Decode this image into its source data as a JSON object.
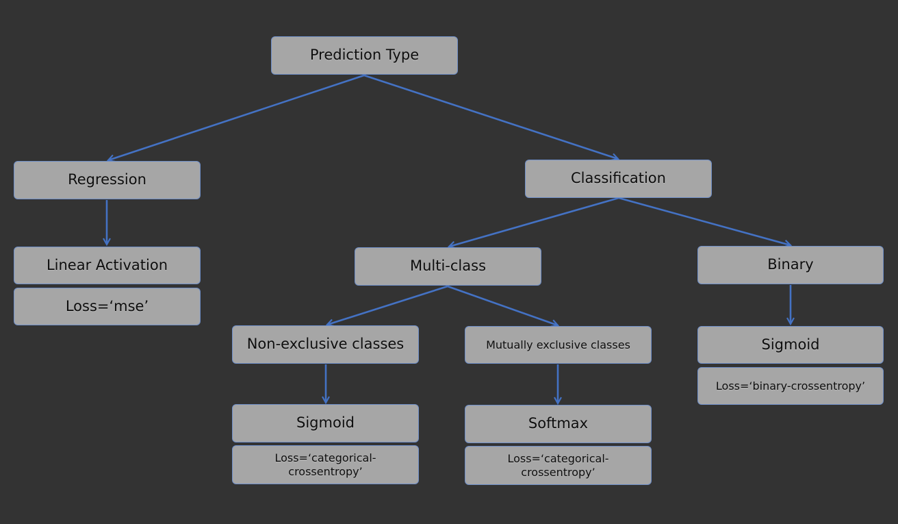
{
  "nodes": {
    "prediction_type": "Prediction Type",
    "regression": "Regression",
    "classification": "Classification",
    "linear_activation": "Linear Activation",
    "loss_mse": "Loss=‘mse’",
    "multi_class": "Multi-class",
    "binary": "Binary",
    "non_exclusive": "Non-exclusive classes",
    "mutually_exclusive": "Mutually exclusive classes",
    "sigmoid_binary": "Sigmoid",
    "loss_binary": "Loss=‘binary-crossentropy’",
    "sigmoid_non_exclusive": "Sigmoid",
    "loss_non_exclusive": "Loss=‘categorical-\ncrossentropy’",
    "softmax": "Softmax",
    "loss_mutually_exclusive": "Loss=‘categorical-\ncrossentropy’"
  },
  "colors": {
    "background": "#333333",
    "node_fill": "#a6a6a6",
    "node_border": "#6f8fc9",
    "edge": "#4472c4",
    "text": "#0d0d0d"
  }
}
